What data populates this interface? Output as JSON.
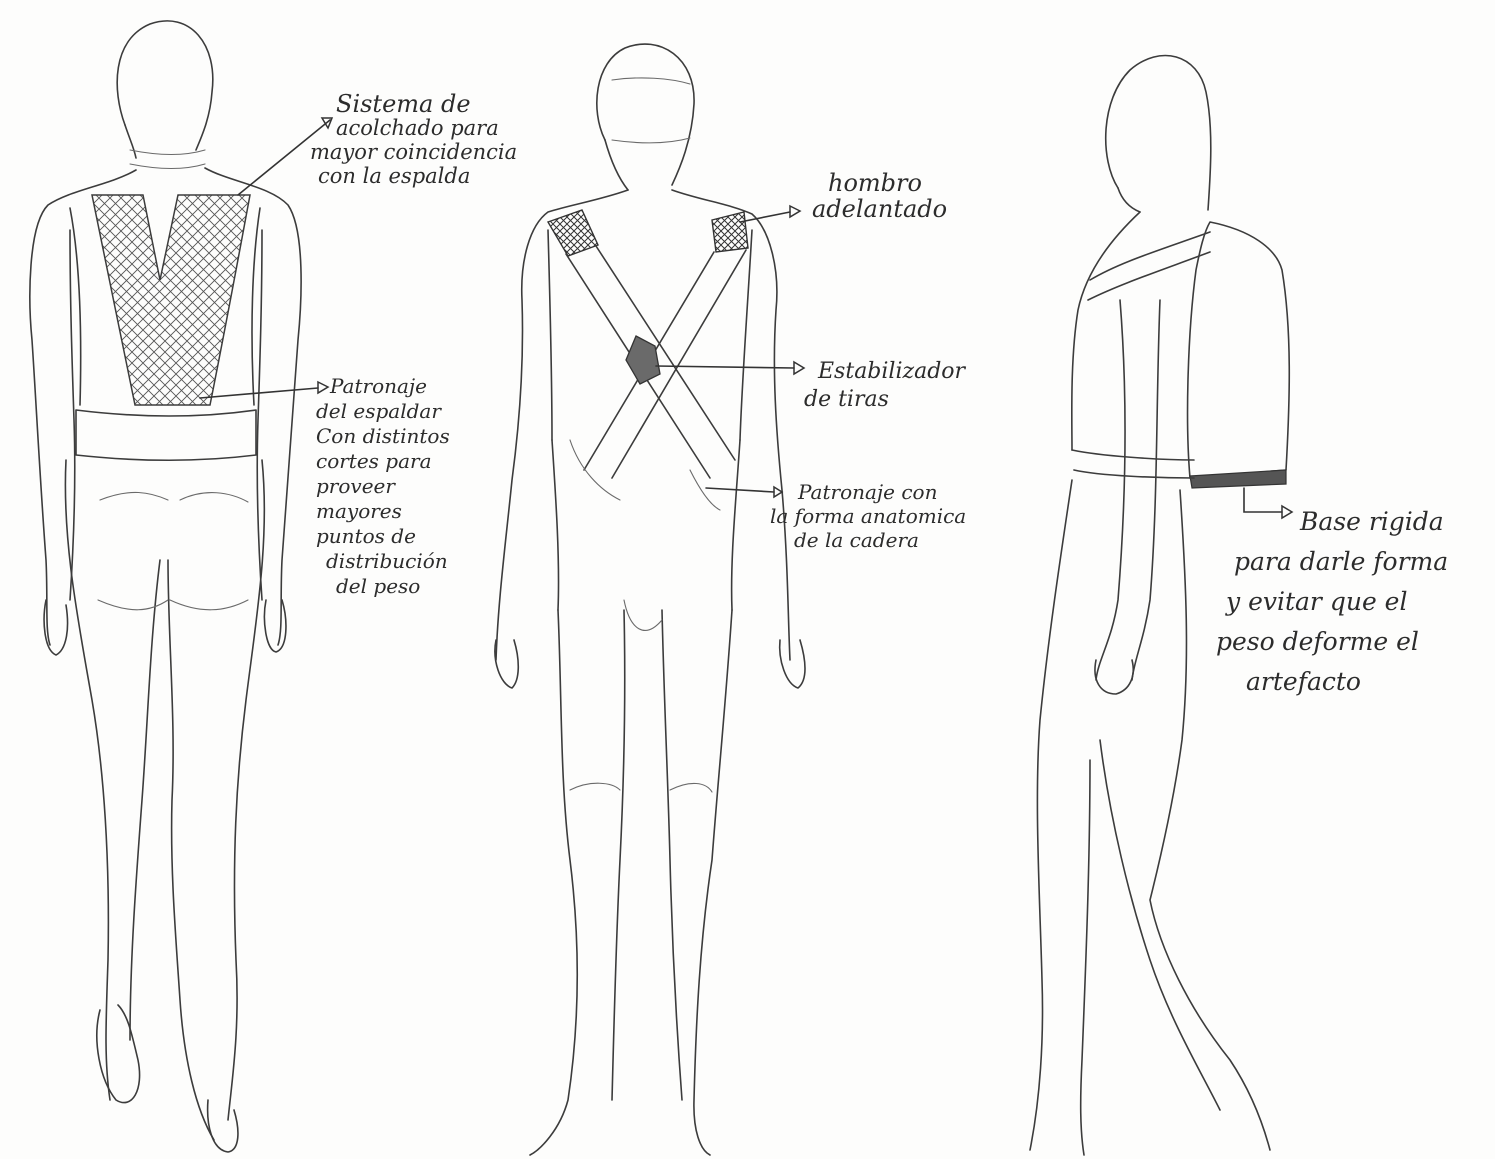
{
  "annotations": {
    "acolchado": {
      "lines": [
        "Sistema de",
        "acolchado para",
        "mayor coincidencia",
        "con la espalda"
      ]
    },
    "hombro": {
      "lines": [
        "hombro",
        "adelantado"
      ]
    },
    "patronaje_espaldar": {
      "lines": [
        "Patronaje",
        "del espaldar",
        "Con distintos",
        "cortes para",
        "proveer",
        "mayores",
        "puntos de",
        "distribución",
        "del peso"
      ]
    },
    "estabilizador": {
      "lines": [
        "Estabilizador",
        "de tiras"
      ]
    },
    "patronaje_cadera": {
      "lines": [
        "Patronaje con",
        "la forma anatomica",
        "de la cadera"
      ]
    },
    "base_rigida": {
      "lines": [
        "Base rigida",
        "para darle forma",
        "y evitar que el",
        "peso deforme el",
        "artefacto"
      ]
    }
  },
  "figures": [
    "back-view",
    "front-view",
    "side-view"
  ],
  "colors": {
    "ink": "#3c3c3c",
    "paper": "#fdfdfc"
  }
}
